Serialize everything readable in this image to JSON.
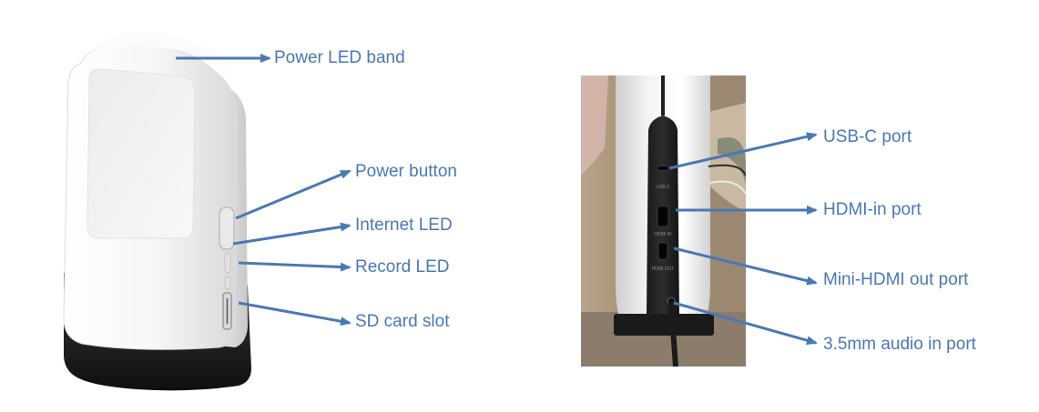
{
  "left_device": {
    "callouts": [
      {
        "label": "Power LED band"
      },
      {
        "label": "Power button"
      },
      {
        "label": "Internet LED"
      },
      {
        "label": "Record LED"
      },
      {
        "label": "SD card slot"
      }
    ]
  },
  "right_device": {
    "port_markings": {
      "usb_c": "USB-C",
      "hdmi_in": "HDMI IN",
      "hdmi_out": "HDMI OUT"
    },
    "callouts": [
      {
        "label": "USB-C port"
      },
      {
        "label": "HDMI-in port"
      },
      {
        "label": "Mini-HDMI out port"
      },
      {
        "label": "3.5mm audio in port"
      }
    ]
  },
  "colors": {
    "arrow": "#4a78b4",
    "label": "#4a78b4",
    "device_body": "#f4f4f4",
    "device_base": "#222222",
    "cable": "#222222"
  }
}
